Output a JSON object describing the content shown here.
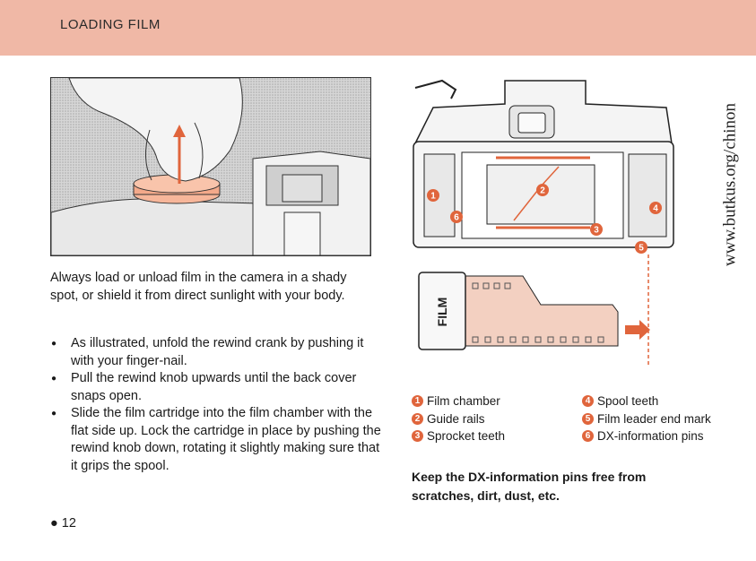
{
  "header": {
    "title": "LOADING FILM"
  },
  "left": {
    "intro": "Always load or unload film in the camera in a shady spot, or shield it from direct sunlight with your body.",
    "bullets": [
      "As illustrated, unfold the rewind crank by pushing it with your finger-nail.",
      "Pull the rewind knob upwards until the back cover snaps open.",
      "Slide the film cartridge into the film chamber with the flat side up. Lock the cartridge in place by pushing the rewind knob down, rotating it slightly making sure that it grips the spool."
    ],
    "page_number": "● 12"
  },
  "diagram": {
    "cartridge_text": "FILM",
    "callouts": [
      "1",
      "2",
      "3",
      "4",
      "5",
      "6"
    ]
  },
  "legend": {
    "left": [
      {
        "num": "1",
        "label": "Film chamber"
      },
      {
        "num": "2",
        "label": "Guide rails"
      },
      {
        "num": "3",
        "label": "Sprocket teeth"
      }
    ],
    "right": [
      {
        "num": "4",
        "label": "Spool teeth"
      },
      {
        "num": "5",
        "label": "Film leader end mark"
      },
      {
        "num": "6",
        "label": "DX-information pins"
      }
    ]
  },
  "note": "Keep the DX-information pins free from scratches, dirt, dust, etc.",
  "watermark": "www.butkus.org/chinon",
  "colors": {
    "band": "#f0b8a6",
    "accent": "#e0653c"
  }
}
